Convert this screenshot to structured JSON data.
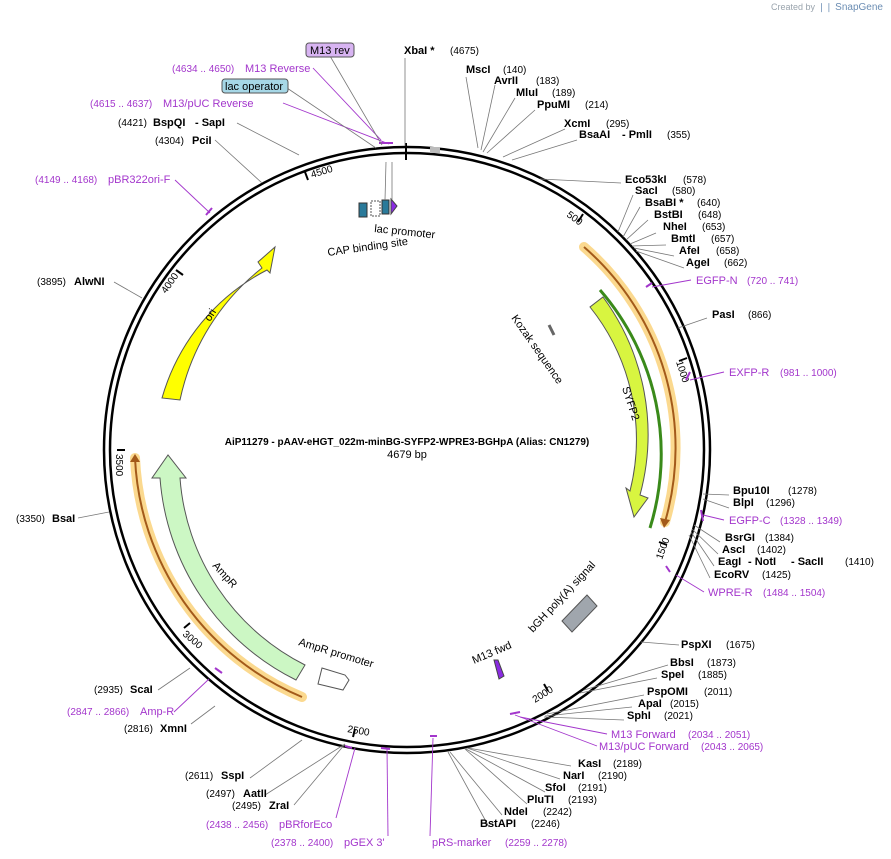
{
  "credit": {
    "prefix": "Created by",
    "brand": "SnapGene"
  },
  "plasmid": {
    "title": "AiP11279 - pAAV-eHGT_022m-minBG-SYFP2-WPRE3-BGHpA (Alias: CN1279)",
    "length_label": "4679 bp",
    "length": 4679
  },
  "ticks": [
    "500",
    "1000",
    "1500",
    "2000",
    "2500",
    "3000",
    "3500",
    "4000",
    "4500"
  ],
  "sites": [
    {
      "name": "XbaI *",
      "pos": "(4675)"
    },
    {
      "name": "MscI",
      "pos": "(140)"
    },
    {
      "name": "AvrII",
      "pos": "(183)"
    },
    {
      "name": "MluI",
      "pos": "(189)"
    },
    {
      "name": "PpuMI",
      "pos": "(214)"
    },
    {
      "name": "XcmI",
      "pos": "(295)"
    },
    {
      "name": "BsaAI",
      "pos": ""
    },
    {
      "name": "- PmlI",
      "pos": "(355)"
    },
    {
      "name": "Eco53kI",
      "pos": "(578)"
    },
    {
      "name": "SacI",
      "pos": "(580)"
    },
    {
      "name": "BsaBI *",
      "pos": "(640)"
    },
    {
      "name": "BstBI",
      "pos": "(648)"
    },
    {
      "name": "NheI",
      "pos": "(653)"
    },
    {
      "name": "BmtI",
      "pos": "(657)"
    },
    {
      "name": "AfeI",
      "pos": "(658)"
    },
    {
      "name": "AgeI",
      "pos": "(662)"
    },
    {
      "name": "PasI",
      "pos": "(866)"
    },
    {
      "name": "Bpu10I",
      "pos": "(1278)"
    },
    {
      "name": "BlpI",
      "pos": "(1296)"
    },
    {
      "name": "BsrGI",
      "pos": "(1384)"
    },
    {
      "name": "AscI",
      "pos": "(1402)"
    },
    {
      "name": "EagI",
      "pos": ""
    },
    {
      "name": "- NotI",
      "pos": ""
    },
    {
      "name": "- SacII",
      "pos": "(1410)"
    },
    {
      "name": "EcoRV",
      "pos": "(1425)"
    },
    {
      "name": "PspXI",
      "pos": "(1675)"
    },
    {
      "name": "BbsI",
      "pos": "(1873)"
    },
    {
      "name": "SpeI",
      "pos": "(1885)"
    },
    {
      "name": "PspOMI",
      "pos": "(2011)"
    },
    {
      "name": "ApaI",
      "pos": "(2015)"
    },
    {
      "name": "SphI",
      "pos": "(2021)"
    },
    {
      "name": "KasI",
      "pos": "(2189)"
    },
    {
      "name": "NarI",
      "pos": "(2190)"
    },
    {
      "name": "SfoI",
      "pos": "(2191)"
    },
    {
      "name": "PluTI",
      "pos": "(2193)"
    },
    {
      "name": "NdeI",
      "pos": "(2242)"
    },
    {
      "name": "BstAPI",
      "pos": "(2246)"
    },
    {
      "name": "SspI",
      "pos": "(2611)"
    },
    {
      "name": "AatII",
      "pos": "(2497)"
    },
    {
      "name": "ZraI",
      "pos": "(2495)"
    },
    {
      "name": "XmnI",
      "pos": "(2816)"
    },
    {
      "name": "ScaI",
      "pos": "(2935)"
    },
    {
      "name": "BsaI",
      "pos": "(3350)"
    },
    {
      "name": "AlwNI",
      "pos": "(3895)"
    },
    {
      "name": "PciI",
      "pos": "(4304)"
    },
    {
      "name": "BspQI",
      "pos": ""
    },
    {
      "name": "- SapI",
      "pos": "(4421)"
    }
  ],
  "primers": [
    {
      "name": "M13 Reverse",
      "pos": "(4634 .. 4650)"
    },
    {
      "name": "M13/pUC Reverse",
      "pos": "(4615 .. 4637)"
    },
    {
      "name": "pBR322ori-F",
      "pos": "(4149 .. 4168)"
    },
    {
      "name": "EGFP-N",
      "pos": "(720 .. 741)"
    },
    {
      "name": "EXFP-R",
      "pos": "(981 .. 1000)"
    },
    {
      "name": "EGFP-C",
      "pos": "(1328 .. 1349)"
    },
    {
      "name": "WPRE-R",
      "pos": "(1484 .. 1504)"
    },
    {
      "name": "M13 Forward",
      "pos": "(2034 .. 2051)"
    },
    {
      "name": "M13/pUC Forward",
      "pos": "(2043 .. 2065)"
    },
    {
      "name": "pRS-marker",
      "pos": "(2259 .. 2278)"
    },
    {
      "name": "pGEX 3'",
      "pos": "(2378 .. 2400)"
    },
    {
      "name": "pBRforEco",
      "pos": "(2438 .. 2456)"
    },
    {
      "name": "Amp-R",
      "pos": "(2847 .. 2866)"
    }
  ],
  "boxed_labels": {
    "m13rev": "M13 rev",
    "lac_operator": "lac operator"
  },
  "features": {
    "lac_promoter": "lac promoter",
    "cap": "CAP binding site",
    "kozak": "Kozak sequence",
    "syfp2": "SYFP2",
    "bgh": "bGH poly(A) signal",
    "m13fwd": "M13 fwd",
    "ampr": "AmpR",
    "ampr_promoter": "AmpR promoter",
    "ori": "ori"
  },
  "colors": {
    "primer": "#a336cc",
    "ori": "#ffff00",
    "syfp2": "#d8f540",
    "ampr": "#ccf7c4",
    "bgh": "#a0a6ad",
    "lac_operator_box": "#a6d7e6",
    "m13_box": "#d8b4f2",
    "orf_halo": "#fbd98f",
    "orf_line": "#a35a1a"
  }
}
